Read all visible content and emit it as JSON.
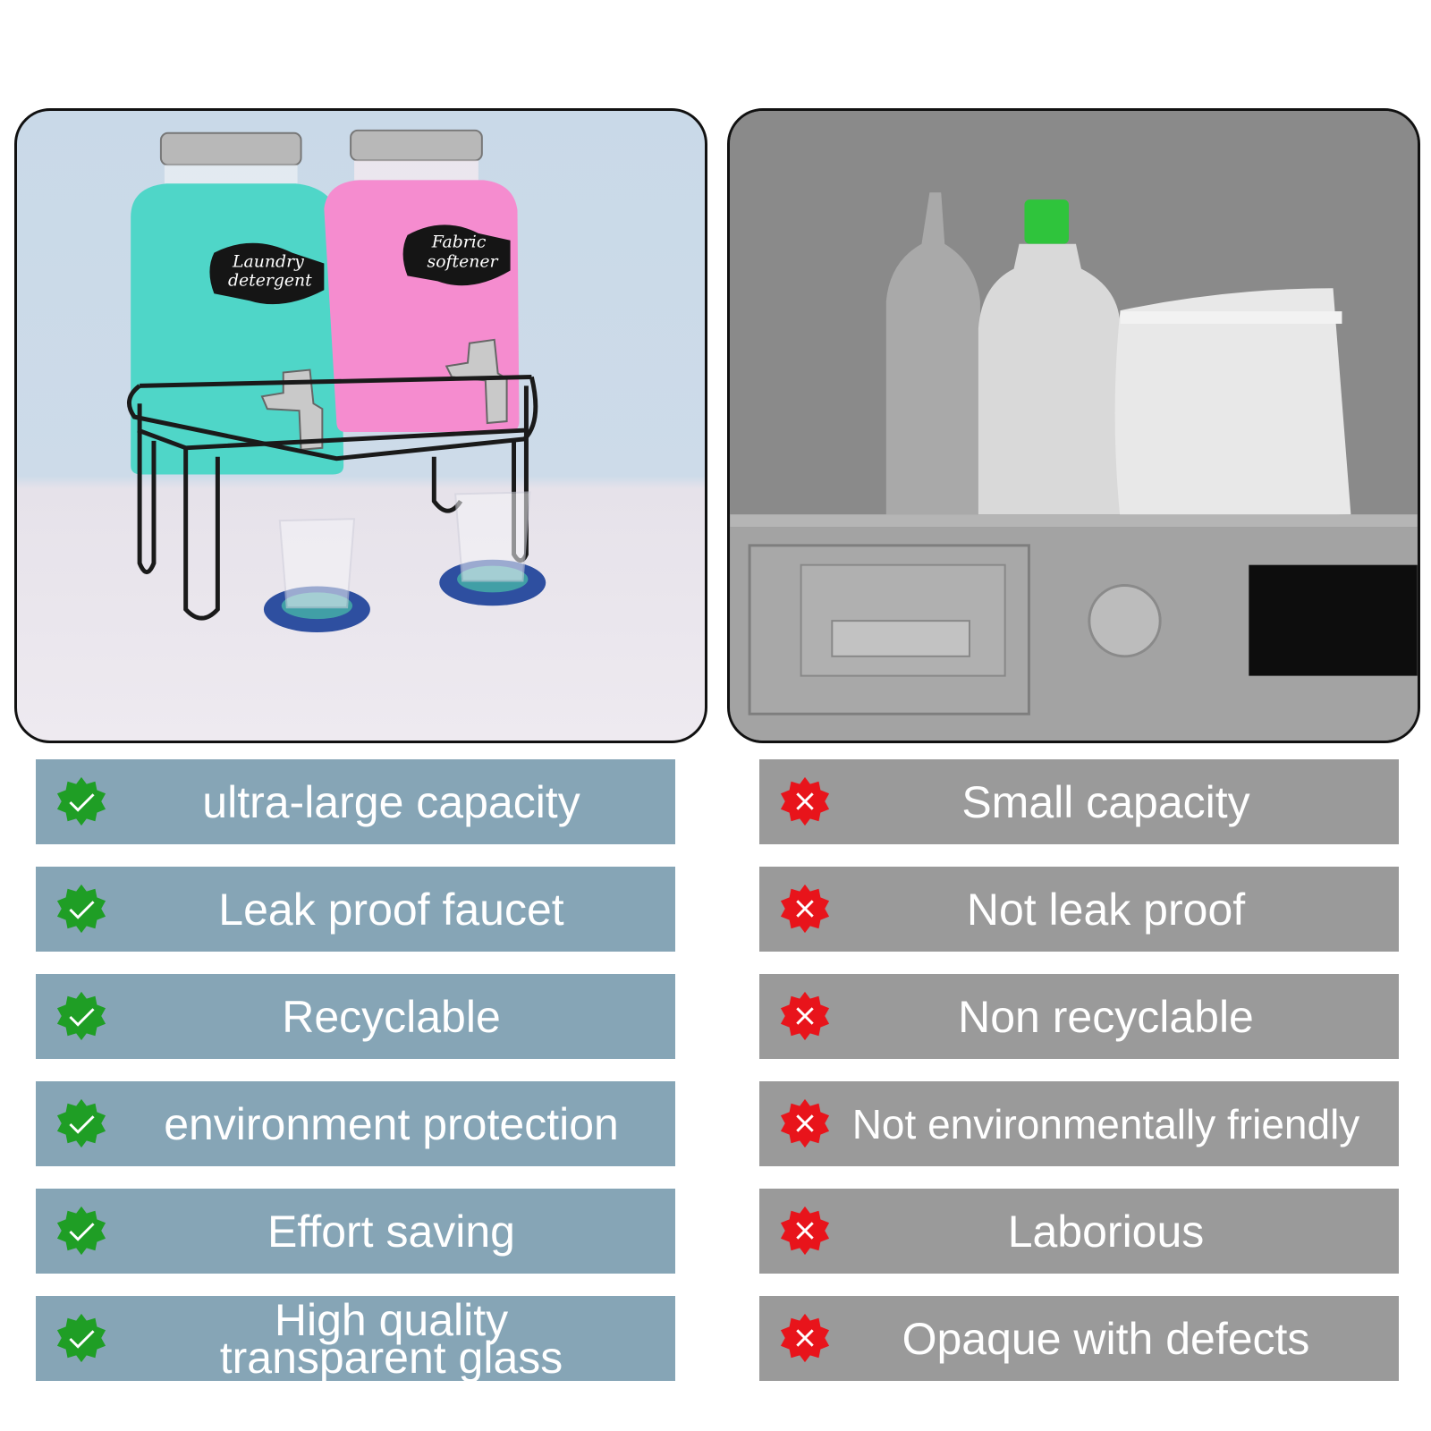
{
  "left_panel": {
    "jar1_label_line1": "Laundry",
    "jar1_label_line2": "detergent",
    "jar2_label_line1": "Fabric",
    "jar2_label_line2": "softener",
    "colors": {
      "jar1": "#4fd6c8",
      "jar2": "#f58ccf",
      "stand": "#1a1a1a",
      "coaster": "#2e4fa0"
    }
  },
  "right_panel": {
    "colors": {
      "bottle_cap": "#2fc43c",
      "background": "#8f8f8f"
    }
  },
  "pros": [
    {
      "text": "ultra-large capacity",
      "icon": "check-icon"
    },
    {
      "text": "Leak proof faucet",
      "icon": "check-icon"
    },
    {
      "text": "Recyclable",
      "icon": "check-icon"
    },
    {
      "text": "environment protection",
      "icon": "check-icon"
    },
    {
      "text": "Effort saving",
      "icon": "check-icon"
    },
    {
      "text": "High quality\ntransparent glass",
      "icon": "check-icon"
    }
  ],
  "cons": [
    {
      "text": "Small capacity",
      "icon": "cross-icon"
    },
    {
      "text": "Not leak proof",
      "icon": "cross-icon"
    },
    {
      "text": "Non recyclable",
      "icon": "cross-icon"
    },
    {
      "text": "Not environmentally friendly",
      "icon": "cross-icon"
    },
    {
      "text": "Laborious",
      "icon": "cross-icon"
    },
    {
      "text": "Opaque with defects",
      "icon": "cross-icon"
    }
  ],
  "colors": {
    "pro_row": "#86a5b6",
    "con_row": "#9a9a9a",
    "check_badge": "#1f9e25",
    "cross_badge": "#e8141b"
  }
}
